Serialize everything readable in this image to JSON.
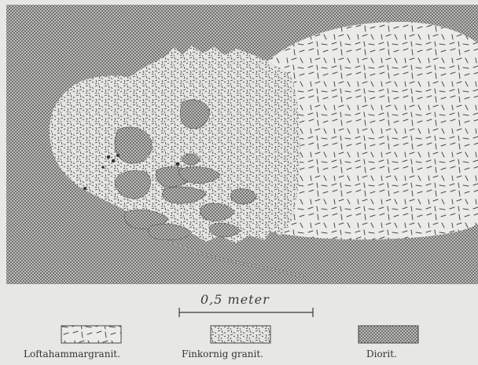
{
  "figure": {
    "scale_bar": {
      "label": "0,5 meter"
    },
    "legend": [
      {
        "label": "Loftahammargranit.",
        "pattern": "coarse-dashes"
      },
      {
        "label": "Finkornig granit.",
        "pattern": "fine-dashes"
      },
      {
        "label": "Diorit.",
        "pattern": "crosshatch"
      }
    ]
  },
  "colors": {
    "background": "#e7e7e3",
    "ink": "#3b3b3b",
    "crosshatch": "#6e6e6e"
  }
}
